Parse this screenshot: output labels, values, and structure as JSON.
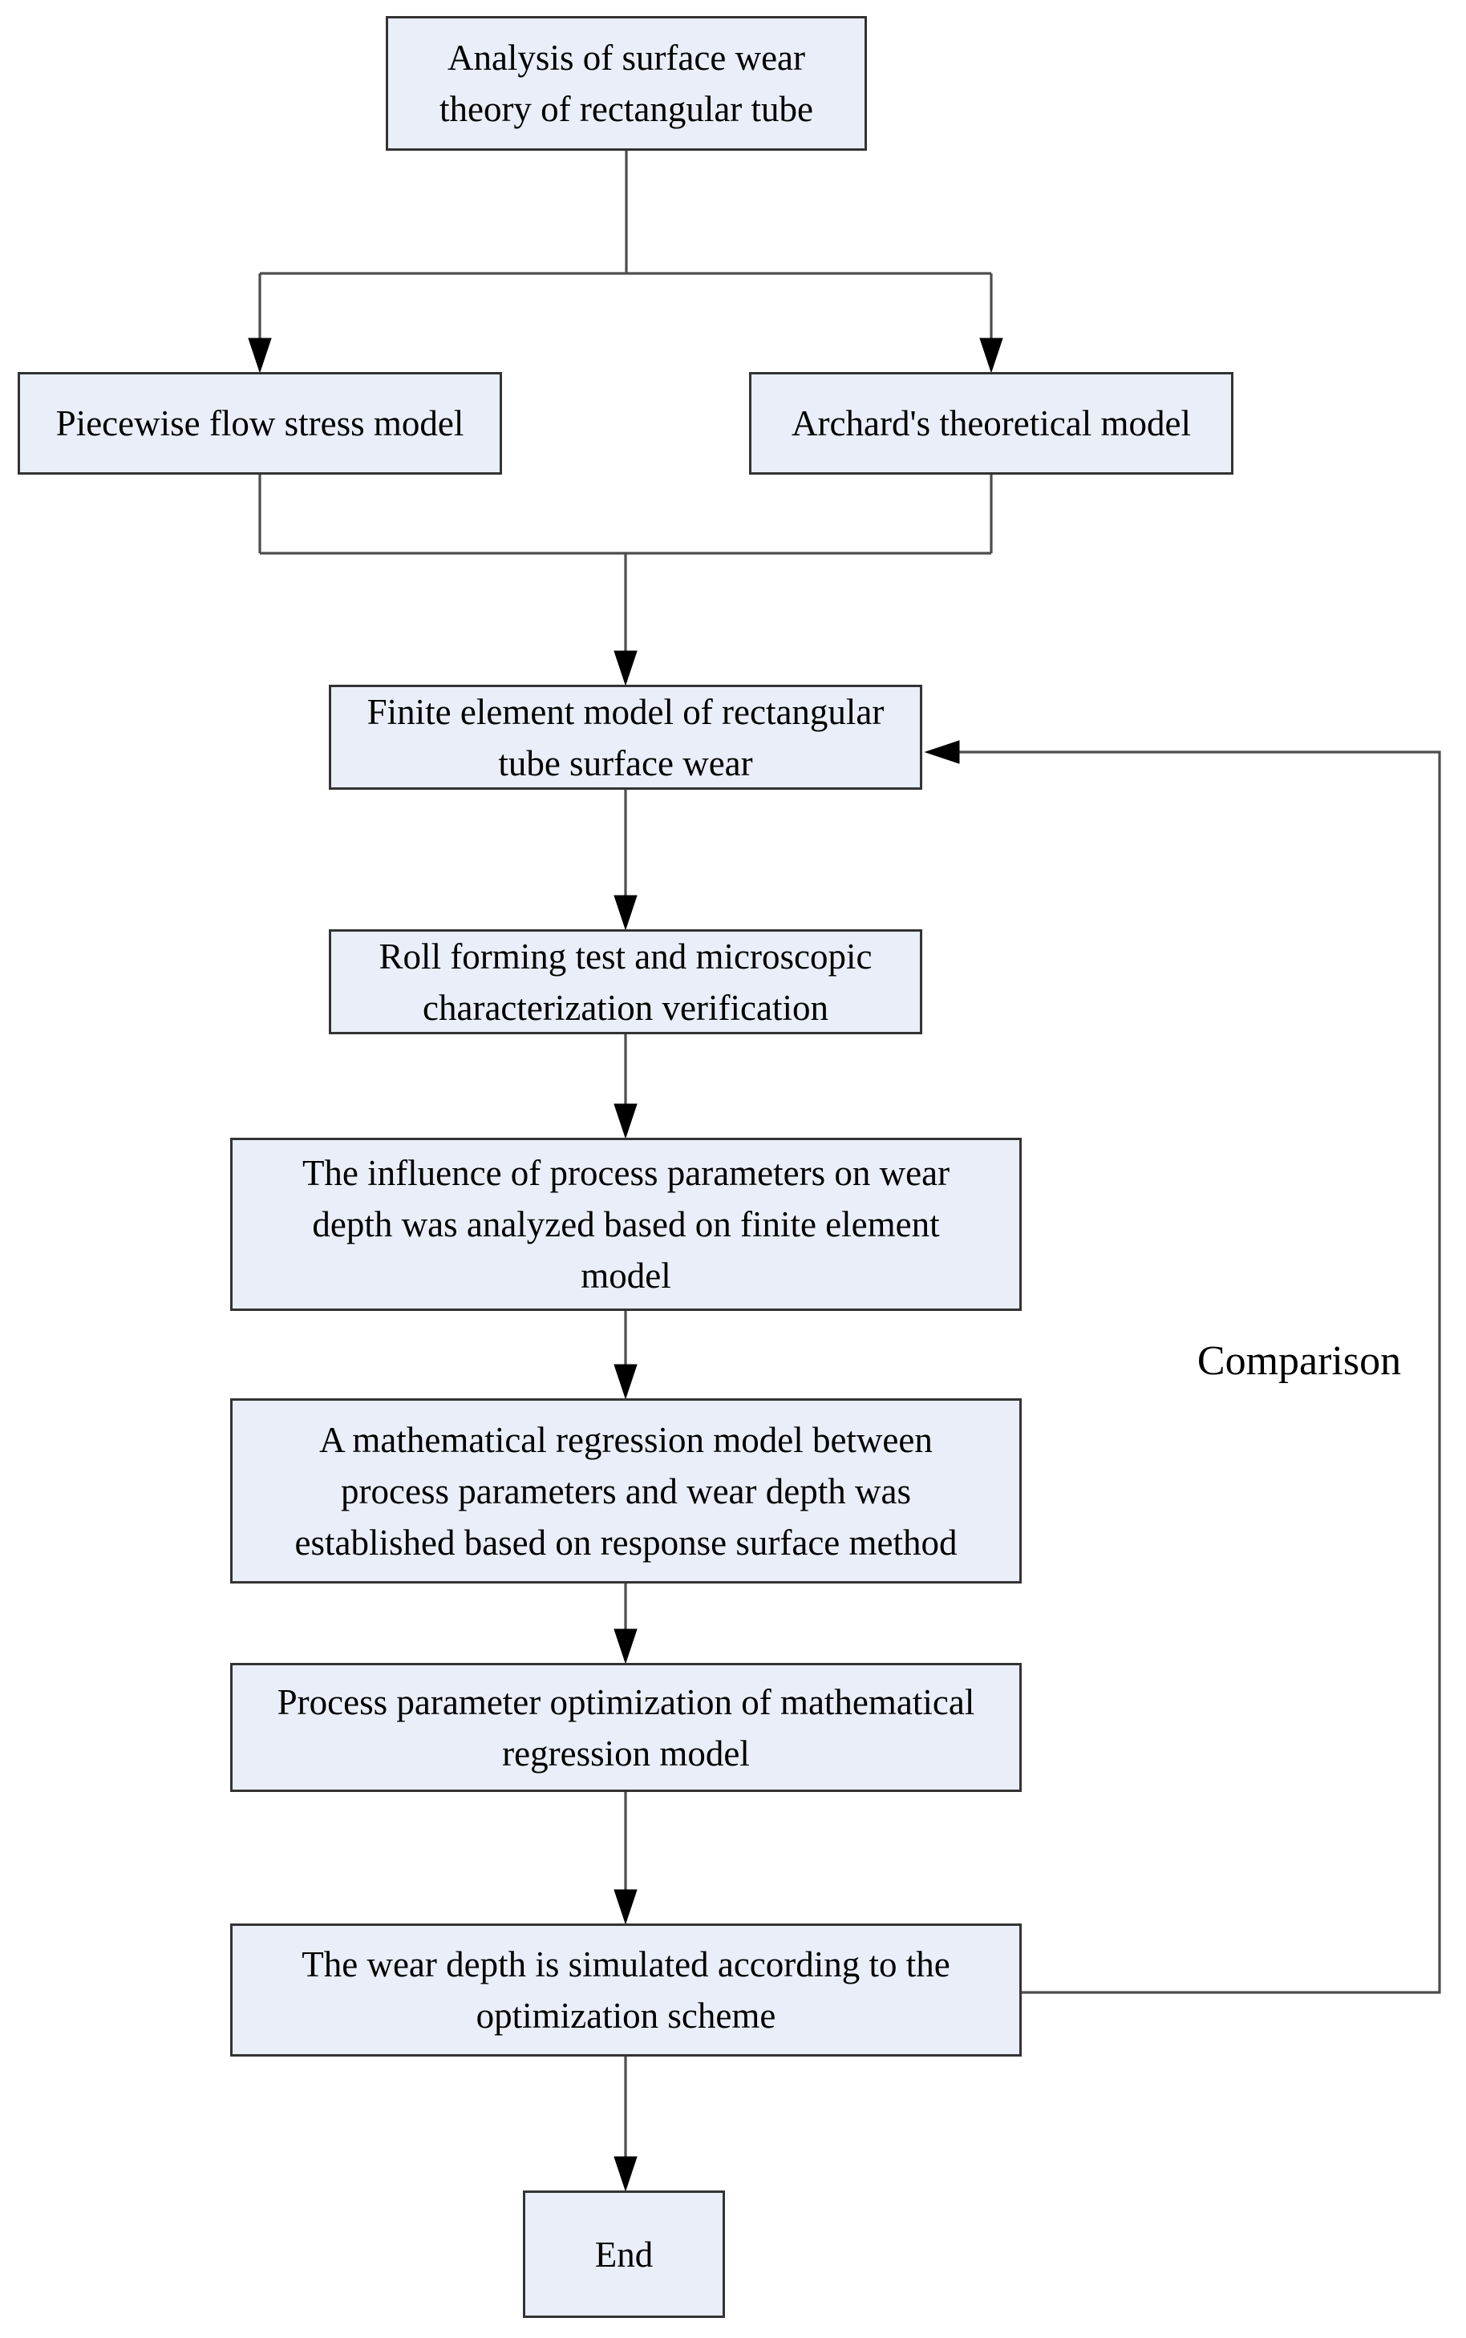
{
  "diagram": {
    "nodes": [
      {
        "label": [
          "Analysis of surface wear",
          "theory of rectangular tube"
        ]
      },
      {
        "label": [
          "Piecewise flow stress model"
        ]
      },
      {
        "label": [
          "Archard's theoretical model"
        ]
      },
      {
        "label": [
          "Finite element model of rectangular",
          "tube surface wear"
        ]
      },
      {
        "label": [
          "Roll forming test and microscopic",
          "characterization verification"
        ]
      },
      {
        "label": [
          "The influence of process parameters on wear",
          "depth was analyzed based on finite element",
          "model"
        ]
      },
      {
        "label": [
          "A mathematical regression model between",
          "process parameters and wear depth was",
          "established based on response surface method"
        ]
      },
      {
        "label": [
          "Process parameter optimization of mathematical",
          "regression model"
        ]
      },
      {
        "label": [
          "The wear depth is simulated according to the",
          "optimization scheme"
        ]
      },
      {
        "label": [
          "End"
        ]
      }
    ],
    "edge_label": "Comparison",
    "colors": {
      "background": "#ffffff",
      "node_fill": "#e9eef8",
      "node_border": "#333333",
      "line": "#4d4d4d",
      "arrow": "#000000",
      "text": "#000000"
    }
  }
}
